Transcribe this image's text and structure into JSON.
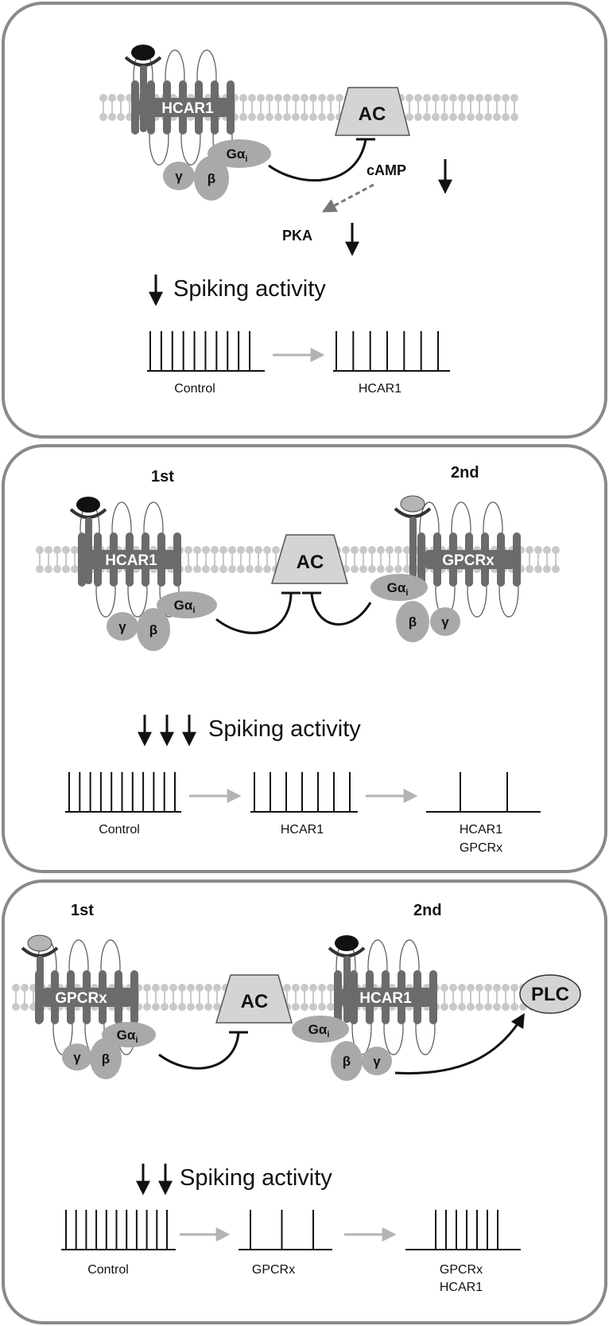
{
  "panels": [
    {
      "receptors": [
        "HCAR1"
      ],
      "enzyme": "AC",
      "g_protein": {
        "alpha": "Gα",
        "alpha_sub": "i",
        "beta": "β",
        "gamma": "γ"
      },
      "messengers": {
        "camp": "cAMP",
        "pka": "PKA"
      },
      "spiking_label": "Spiking activity",
      "down_arrows": 1,
      "traces": [
        {
          "label": "Control",
          "spikes": 10
        },
        {
          "label": "HCAR1",
          "spikes": 7
        }
      ]
    },
    {
      "order": [
        "1st",
        "2nd"
      ],
      "receptors": [
        "HCAR1",
        "GPCRx"
      ],
      "enzyme": "AC",
      "g_protein": {
        "alpha": "Gα",
        "alpha_sub": "i",
        "beta": "β",
        "gamma": "γ"
      },
      "spiking_label": "Spiking activity",
      "down_arrows": 3,
      "traces": [
        {
          "label": "Control",
          "spikes": 11
        },
        {
          "label": "HCAR1",
          "spikes": 7
        },
        {
          "label": [
            "HCAR1",
            "GPCRx"
          ],
          "spikes": 2
        }
      ]
    },
    {
      "order": [
        "1st",
        "2nd"
      ],
      "receptors": [
        "GPCRx",
        "HCAR1"
      ],
      "enzyme": "AC",
      "effector": "PLC",
      "g_protein": {
        "alpha": "Gα",
        "alpha_sub": "i",
        "beta": "β",
        "gamma": "γ"
      },
      "spiking_label": "Spiking activity",
      "down_arrows": 2,
      "traces": [
        {
          "label": "Control",
          "spikes": 11
        },
        {
          "label": "GPCRx",
          "spikes": 3
        },
        {
          "label": [
            "GPCRx",
            "HCAR1"
          ],
          "spikes": 7
        }
      ]
    }
  ]
}
